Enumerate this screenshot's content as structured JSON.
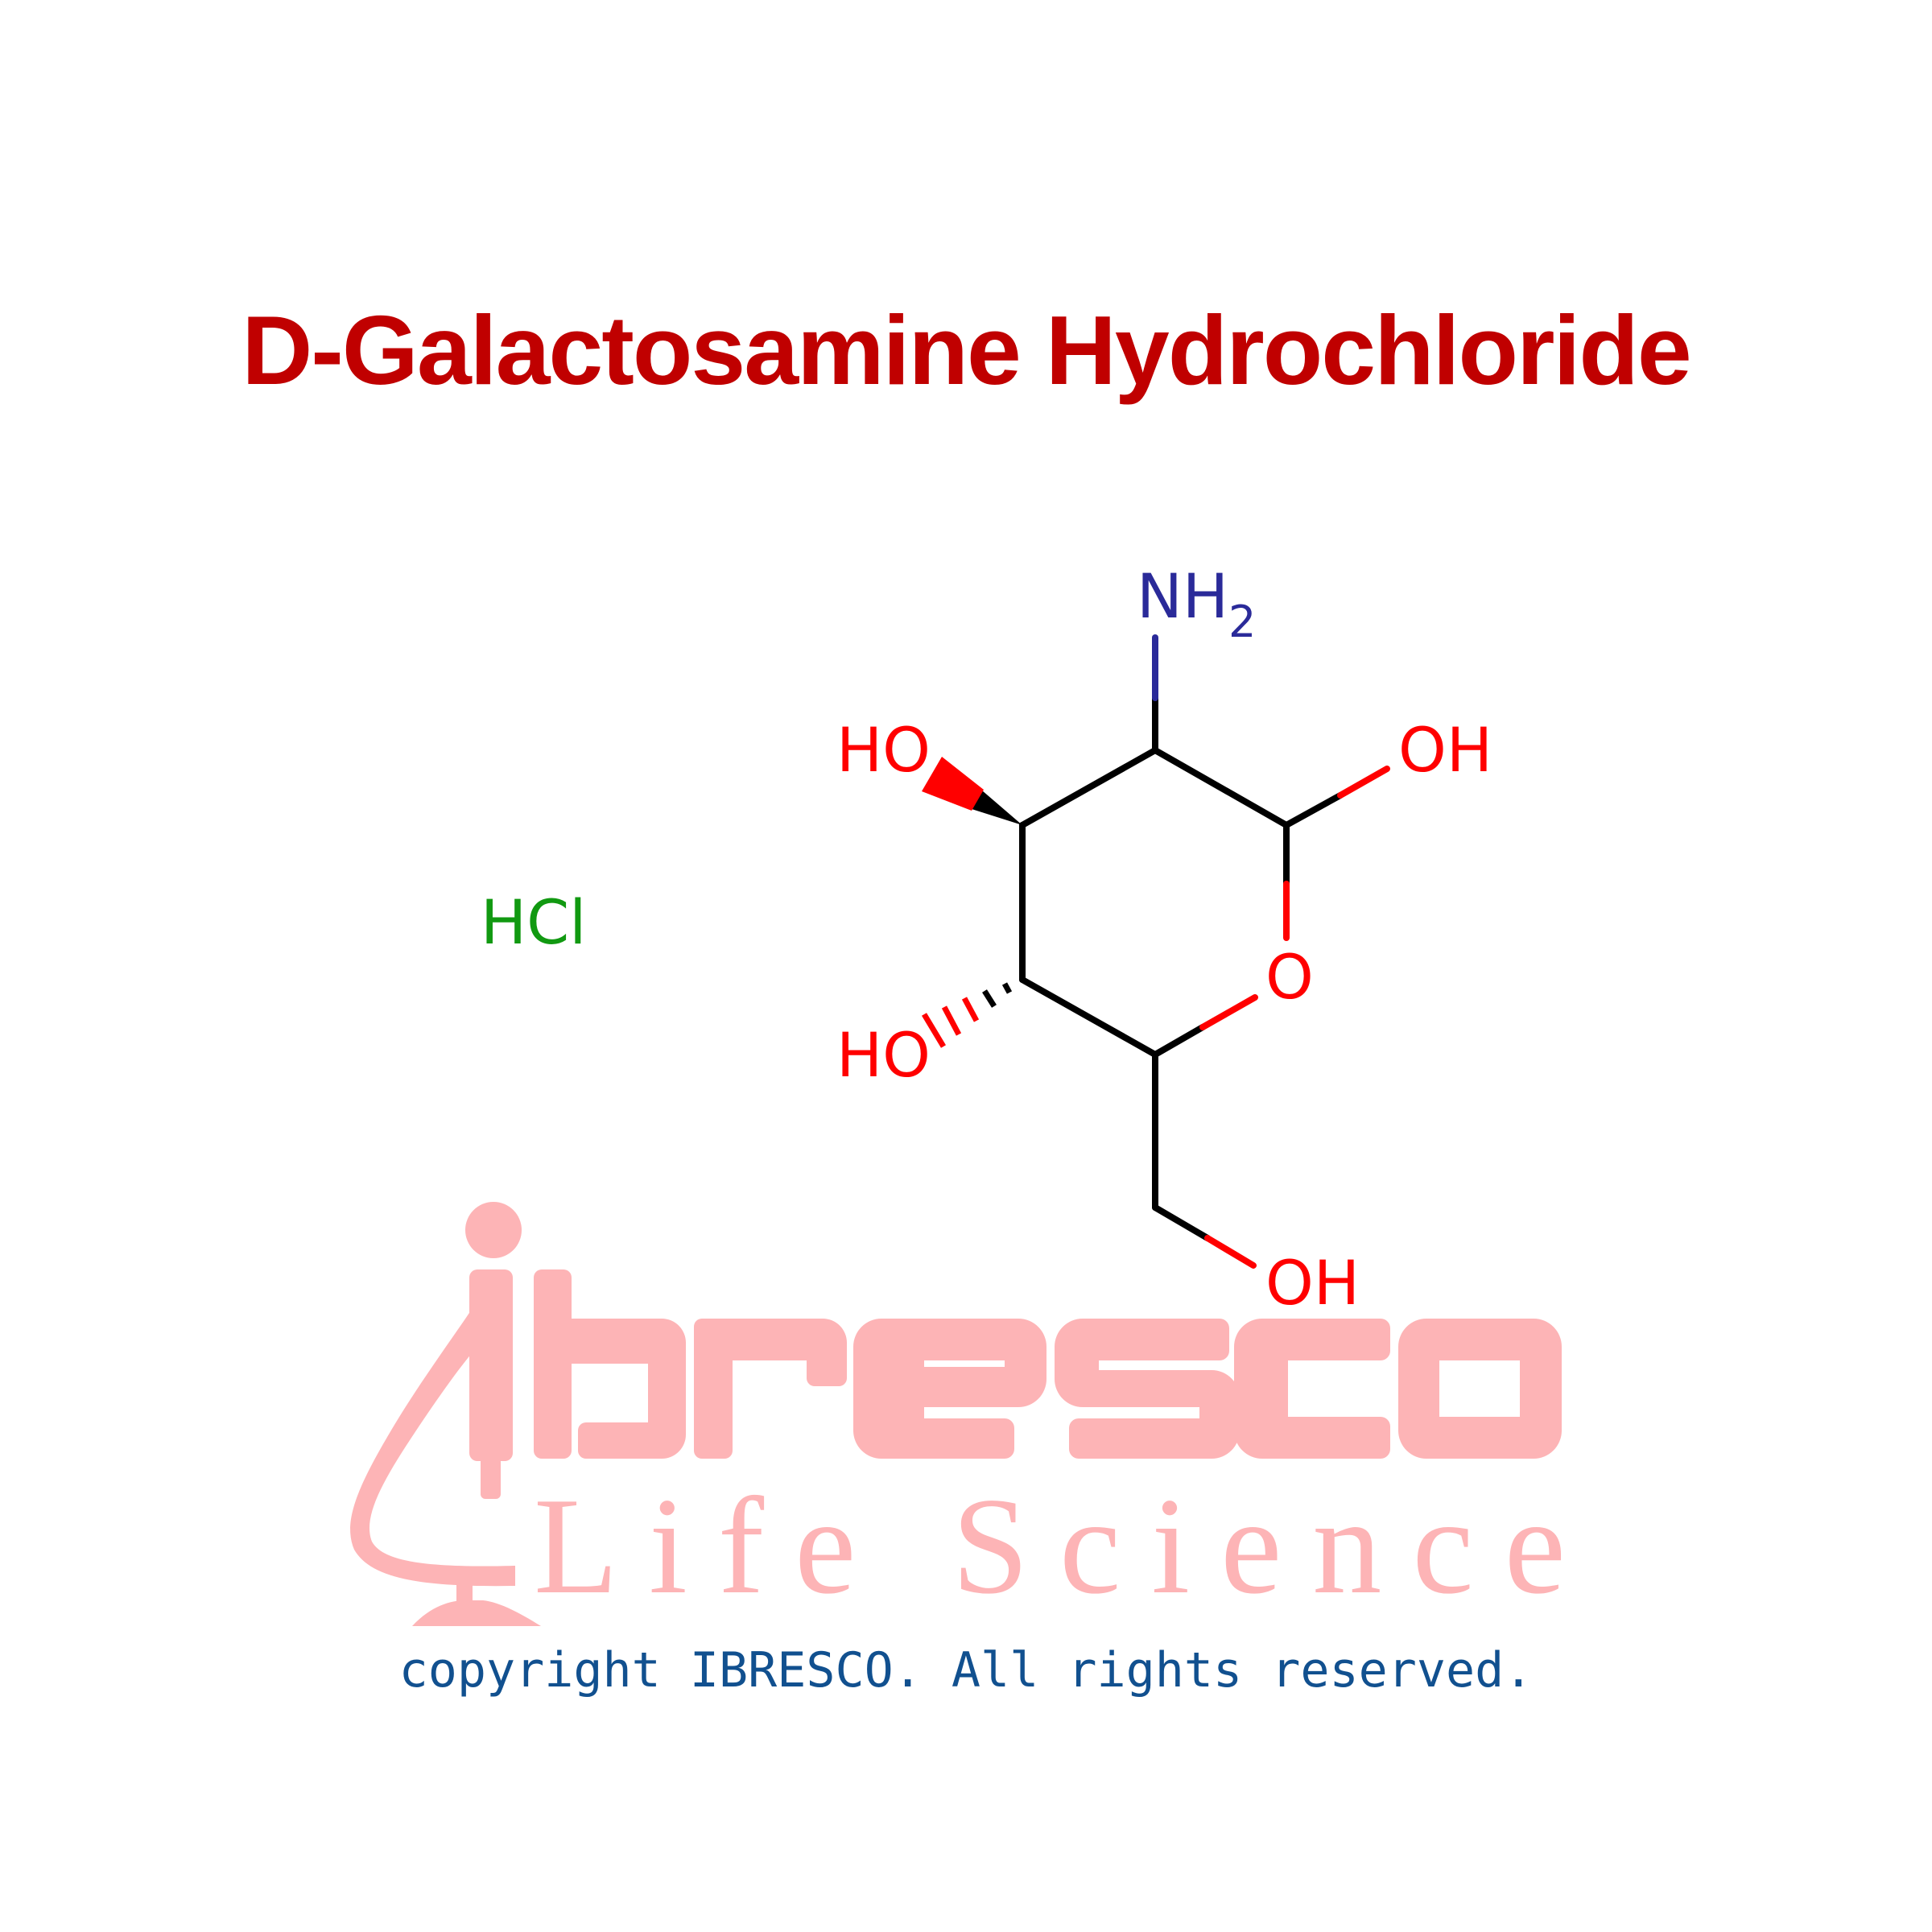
{
  "title": "D-Galactosamine Hydrochloride",
  "structure": {
    "counter_ion": "HCl",
    "labels": {
      "amine": "NH",
      "amine_subscript": "2",
      "oh_c1": "OH",
      "oh_c3": "HO",
      "oh_c4": "HO",
      "ring_oxygen": "O",
      "oh_c6": "OH"
    },
    "colors": {
      "oxygen": "#ff0000",
      "nitrogen": "#2a2a99",
      "chlorine": "#119911",
      "carbon_bond": "#000000"
    }
  },
  "watermark": {
    "brand": "ibresco",
    "tagline": "Life Science",
    "color": "#fdb4b6"
  },
  "footer": {
    "copyright": "copyright IBRESCO. All rights reserved."
  },
  "colors": {
    "title": "#c00000",
    "copyright": "#11508f",
    "background": "#ffffff"
  }
}
